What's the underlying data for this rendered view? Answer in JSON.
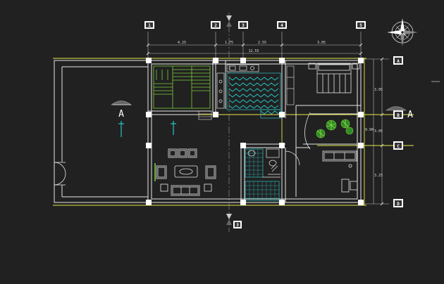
{
  "viewport": {
    "corner_label": "",
    "background": "#212121"
  },
  "colors": {
    "wall": "#e8e8e8",
    "yellow_line": "#e6e64a",
    "dim_line": "#bbbbbb",
    "column": "#ffffff",
    "cyan": "#26c6c6",
    "green": "#7ccf3a",
    "bubble": "#ffffff"
  },
  "grid": {
    "top": [
      "1",
      "2",
      "3",
      "4",
      "5"
    ],
    "right": [
      "A",
      "B",
      "C",
      "D"
    ],
    "bottom_axis": "3"
  },
  "dimensions": {
    "top": [
      "4.25",
      "1.75",
      "2.55",
      "3.05"
    ],
    "top_total": "12.55",
    "right": [
      "3.05",
      "3.05",
      "3.25"
    ],
    "right_total": "9.90"
  },
  "sections": {
    "left": "A",
    "right": "A"
  },
  "icons": {
    "compass": "north-arrow-compass-icon",
    "section_marker": "section-arrow-icon",
    "grid_bubble": "grid-bubble-icon"
  }
}
